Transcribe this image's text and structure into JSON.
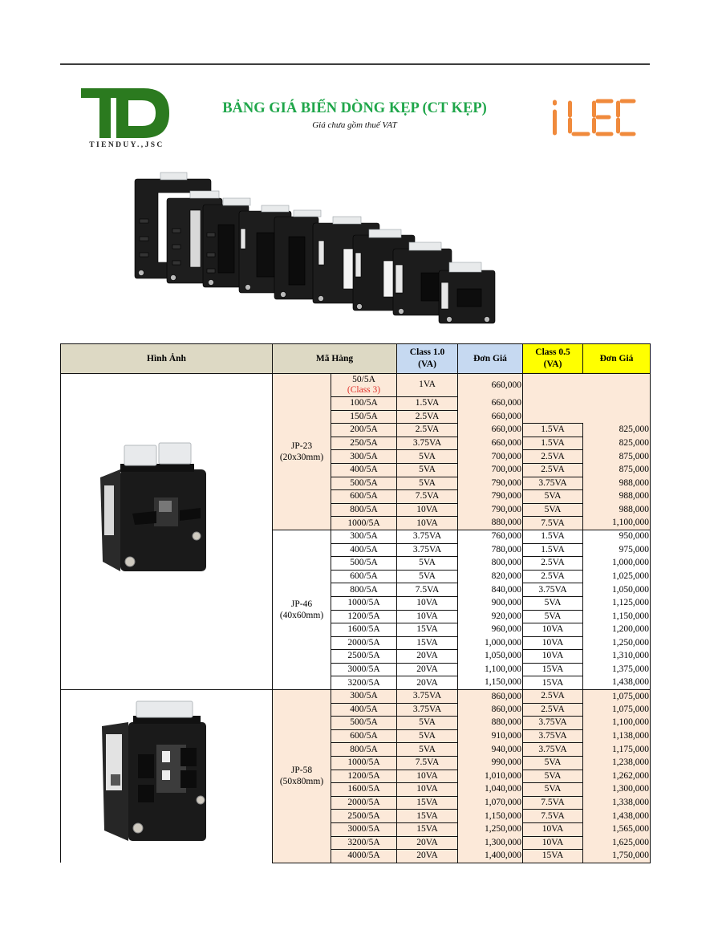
{
  "header": {
    "company_logo": {
      "icon": "tienduy-td-logo-icon",
      "label": "TIENDUY.,JSC"
    },
    "title": "BẢNG GIÁ BIẾN DÒNG KẸP (CT KẸP)",
    "subtitle": "Giá chưa gồm thuế VAT",
    "brand_logo": {
      "icon": "ilec-logo-icon",
      "label": "iLEC"
    }
  },
  "banner_image": "ct-product-lineup-photo",
  "colors": {
    "title_green": "#1fa64a",
    "logo_green": "#2b7a1f",
    "ilec_orange": "#f08a3c",
    "header_tan": "#ddd9c4",
    "header_blue": "#c6d9f1",
    "header_yellow": "#ffff00",
    "row_peach": "#fce9d9",
    "note_red": "#e0302a"
  },
  "table": {
    "headers": {
      "image": "Hình Ảnh",
      "code": "Mã Hàng",
      "class10": "Class 1.0\n(VA)",
      "price10": "Đơn Giá",
      "class05": "Class 0.5\n(VA)",
      "price05": "Đơn Giá"
    },
    "groups": [
      {
        "model": "JP-23",
        "size": "(20x30mm)",
        "bg": "#fce9d9",
        "image": "ct-jp23-photo",
        "image_span": 2,
        "rows": [
          {
            "rating": "50/5A",
            "note": "(Class 3)",
            "va10": "1VA",
            "price10": "660,000",
            "va05": null,
            "price05": null
          },
          {
            "rating": "100/5A",
            "va10": "1.5VA",
            "price10": "660,000",
            "va05": null,
            "price05": null
          },
          {
            "rating": "150/5A",
            "va10": "2.5VA",
            "price10": "660,000",
            "va05": null,
            "price05": null
          },
          {
            "rating": "200/5A",
            "va10": "2.5VA",
            "price10": "660,000",
            "va05": "1.5VA",
            "price05": "825,000"
          },
          {
            "rating": "250/5A",
            "va10": "3.75VA",
            "price10": "660,000",
            "va05": "1.5VA",
            "price05": "825,000"
          },
          {
            "rating": "300/5A",
            "va10": "5VA",
            "price10": "700,000",
            "va05": "2.5VA",
            "price05": "875,000"
          },
          {
            "rating": "400/5A",
            "va10": "5VA",
            "price10": "700,000",
            "va05": "2.5VA",
            "price05": "875,000"
          },
          {
            "rating": "500/5A",
            "va10": "5VA",
            "price10": "790,000",
            "va05": "3.75VA",
            "price05": "988,000"
          },
          {
            "rating": "600/5A",
            "va10": "7.5VA",
            "price10": "790,000",
            "va05": "5VA",
            "price05": "988,000"
          },
          {
            "rating": "800/5A",
            "va10": "10VA",
            "price10": "790,000",
            "va05": "5VA",
            "price05": "988,000"
          },
          {
            "rating": "1000/5A",
            "va10": "10VA",
            "price10": "880,000",
            "va05": "7.5VA",
            "price05": "1,100,000"
          }
        ]
      },
      {
        "model": "JP-46",
        "size": "(40x60mm)",
        "bg": "#ffffff",
        "image": null,
        "image_span": 0,
        "rows": [
          {
            "rating": "300/5A",
            "va10": "3.75VA",
            "price10": "760,000",
            "va05": "1.5VA",
            "price05": "950,000"
          },
          {
            "rating": "400/5A",
            "va10": "3.75VA",
            "price10": "780,000",
            "va05": "1.5VA",
            "price05": "975,000"
          },
          {
            "rating": "500/5A",
            "va10": "5VA",
            "price10": "800,000",
            "va05": "2.5VA",
            "price05": "1,000,000"
          },
          {
            "rating": "600/5A",
            "va10": "5VA",
            "price10": "820,000",
            "va05": "2.5VA",
            "price05": "1,025,000"
          },
          {
            "rating": "800/5A",
            "va10": "7.5VA",
            "price10": "840,000",
            "va05": "3.75VA",
            "price05": "1,050,000"
          },
          {
            "rating": "1000/5A",
            "va10": "10VA",
            "price10": "900,000",
            "va05": "5VA",
            "price05": "1,125,000"
          },
          {
            "rating": "1200/5A",
            "va10": "10VA",
            "price10": "920,000",
            "va05": "5VA",
            "price05": "1,150,000"
          },
          {
            "rating": "1600/5A",
            "va10": "15VA",
            "price10": "960,000",
            "va05": "10VA",
            "price05": "1,200,000"
          },
          {
            "rating": "2000/5A",
            "va10": "15VA",
            "price10": "1,000,000",
            "va05": "10VA",
            "price05": "1,250,000"
          },
          {
            "rating": "2500/5A",
            "va10": "20VA",
            "price10": "1,050,000",
            "va05": "10VA",
            "price05": "1,310,000"
          },
          {
            "rating": "3000/5A",
            "va10": "20VA",
            "price10": "1,100,000",
            "va05": "15VA",
            "price05": "1,375,000"
          },
          {
            "rating": "3200/5A",
            "va10": "20VA",
            "price10": "1,150,000",
            "va05": "15VA",
            "price05": "1,438,000"
          }
        ]
      },
      {
        "model": "JP-58",
        "size": "(50x80mm)",
        "bg": "#fce9d9",
        "image": "ct-jp58-photo",
        "image_span": 1,
        "rows": [
          {
            "rating": "300/5A",
            "va10": "3.75VA",
            "price10": "860,000",
            "va05": "2.5VA",
            "price05": "1,075,000"
          },
          {
            "rating": "400/5A",
            "va10": "3.75VA",
            "price10": "860,000",
            "va05": "2.5VA",
            "price05": "1,075,000"
          },
          {
            "rating": "500/5A",
            "va10": "5VA",
            "price10": "880,000",
            "va05": "3.75VA",
            "price05": "1,100,000"
          },
          {
            "rating": "600/5A",
            "va10": "5VA",
            "price10": "910,000",
            "va05": "3.75VA",
            "price05": "1,138,000"
          },
          {
            "rating": "800/5A",
            "va10": "5VA",
            "price10": "940,000",
            "va05": "3.75VA",
            "price05": "1,175,000"
          },
          {
            "rating": "1000/5A",
            "va10": "7.5VA",
            "price10": "990,000",
            "va05": "5VA",
            "price05": "1,238,000"
          },
          {
            "rating": "1200/5A",
            "va10": "10VA",
            "price10": "1,010,000",
            "va05": "5VA",
            "price05": "1,262,000"
          },
          {
            "rating": "1600/5A",
            "va10": "10VA",
            "price10": "1,040,000",
            "va05": "5VA",
            "price05": "1,300,000"
          },
          {
            "rating": "2000/5A",
            "va10": "15VA",
            "price10": "1,070,000",
            "va05": "7.5VA",
            "price05": "1,338,000"
          },
          {
            "rating": "2500/5A",
            "va10": "15VA",
            "price10": "1,150,000",
            "va05": "7.5VA",
            "price05": "1,438,000"
          },
          {
            "rating": "3000/5A",
            "va10": "15VA",
            "price10": "1,250,000",
            "va05": "10VA",
            "price05": "1,565,000"
          },
          {
            "rating": "3200/5A",
            "va10": "20VA",
            "price10": "1,300,000",
            "va05": "10VA",
            "price05": "1,625,000"
          },
          {
            "rating": "4000/5A",
            "va10": "20VA",
            "price10": "1,400,000",
            "va05": "15VA",
            "price05": "1,750,000"
          }
        ]
      }
    ]
  }
}
